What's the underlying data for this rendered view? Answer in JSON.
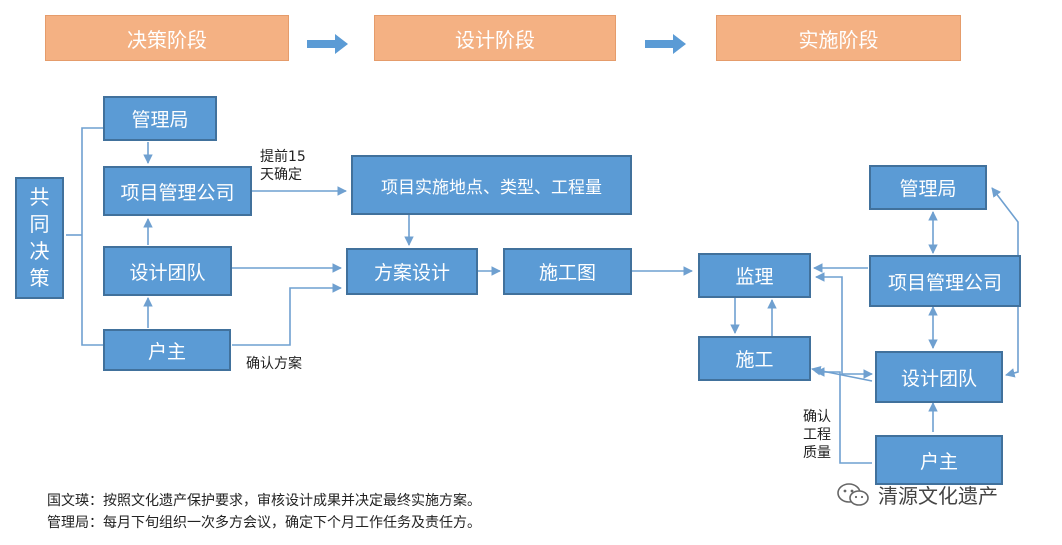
{
  "stages": [
    "决策阶段",
    "设计阶段",
    "实施阶段"
  ],
  "left": {
    "joint_decision": [
      "共",
      "同",
      "决",
      "策"
    ],
    "management_bureau": "管理局",
    "pm_company": "项目管理公司",
    "design_team": "设计团队",
    "owner": "户主"
  },
  "middle": {
    "project_scope": "项目实施地点、类型、工程量",
    "scheme_design": "方案设计",
    "construction_drawing": "施工图"
  },
  "right": {
    "supervision": "监理",
    "construction": "施工",
    "management_bureau": "管理局",
    "pm_company": "项目管理公司",
    "design_team": "设计团队",
    "owner": "户主"
  },
  "labels": {
    "advance_15_days": [
      "提前15",
      "天确定"
    ],
    "confirm_scheme": "确认方案",
    "confirm_quality": [
      "确认",
      "工程",
      "质量"
    ]
  },
  "notes": [
    "国文瑛：按照文化遗产保护要求，审核设计成果并决定最终实施方案。",
    "管理局：每月下旬组织一次多方会议，确定下个月工作任务及责任方。"
  ],
  "watermark": "清源文化遗产",
  "colors": {
    "stage_fill": "#f4b183",
    "box_fill": "#5b9bd5",
    "line": "#6fa0d0"
  }
}
